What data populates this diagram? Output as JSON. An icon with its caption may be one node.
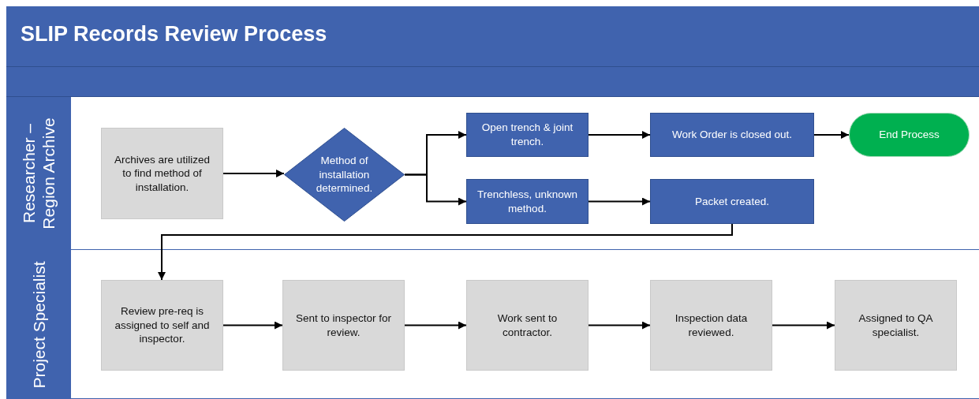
{
  "diagram": {
    "title": "SLIP Records Review Process",
    "nodes": [
      {
        "text": [
          "Researcher – Region Archive"
        ]
      },
      {
        "text": [
          "Archives are utilized to find method of installation."
        ],
        "in": 0
      },
      {
        "text": [
          "Method of installation determined."
        ],
        "in": 0
      },
      {
        "text": [
          "Open trench & joint trench."
        ],
        "in": 0
      },
      {
        "text": [
          "Work Order is closed out."
        ],
        "in": 0
      },
      {
        "text": [
          "End Process"
        ],
        "in": 0
      },
      {
        "text": [
          "Trenchless, unknown method."
        ],
        "in": 0
      },
      {
        "text": [
          "Packet created."
        ],
        "in": 0
      },
      {
        "text": [
          "Project Specialist"
        ]
      },
      {
        "text": [
          "Review pre-req is assigned to self and inspector."
        ],
        "in": 8
      },
      {
        "text": [
          "Sent to inspector for review."
        ],
        "in": 8
      },
      {
        "text": [
          "Work sent to contractor."
        ],
        "in": 8
      },
      {
        "text": [
          "Inspection data reviewed."
        ],
        "in": 8
      },
      {
        "text": [
          "Assigned to QA specialist."
        ],
        "in": 8
      }
    ],
    "edges": [
      {
        "from": 1,
        "to": 2,
        "arrow": "to"
      },
      {
        "from": 2,
        "to": 3,
        "arrow": "to"
      },
      {
        "from": 2,
        "to": 6,
        "arrow": "to"
      },
      {
        "from": 3,
        "to": 4,
        "arrow": "to"
      },
      {
        "from": 4,
        "to": 5,
        "arrow": "to"
      },
      {
        "from": 6,
        "to": 7,
        "arrow": "to"
      },
      {
        "from": 7,
        "to": 9,
        "arrow": "to"
      },
      {
        "from": 9,
        "to": 10,
        "arrow": "to"
      },
      {
        "from": 10,
        "to": 11,
        "arrow": "to"
      },
      {
        "from": 11,
        "to": 12,
        "arrow": "to"
      },
      {
        "from": 12,
        "to": 13,
        "arrow": "to"
      }
    ]
  }
}
